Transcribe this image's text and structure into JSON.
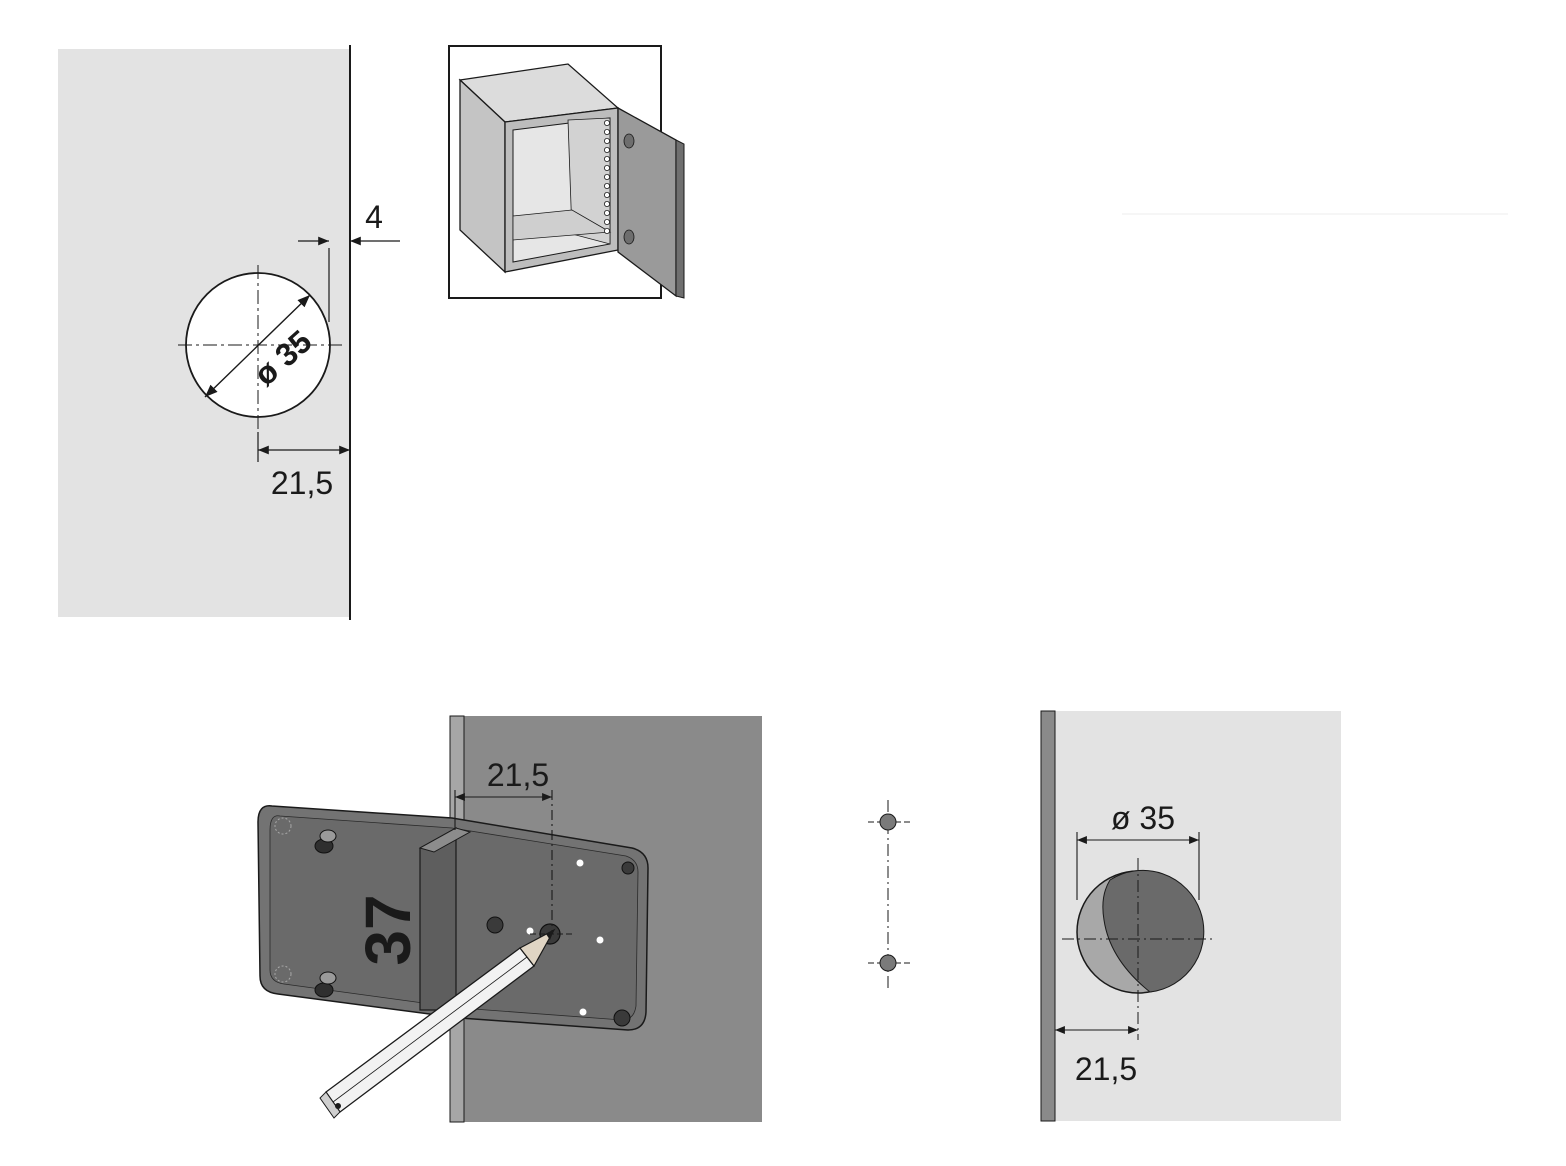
{
  "panel1": {
    "offset_label": "4",
    "diameter_label": "ø 35",
    "edge_distance_label": "21,5"
  },
  "panel3": {
    "template_number": "37",
    "edge_distance_label": "21,5"
  },
  "panel5": {
    "diameter_label": "ø 35",
    "edge_distance_label": "21,5"
  },
  "colors": {
    "light_panel": "#e3e3e3",
    "dark_panel": "#8a8a8a",
    "template": "#6e6e6e",
    "ink": "#1a1a1a"
  }
}
